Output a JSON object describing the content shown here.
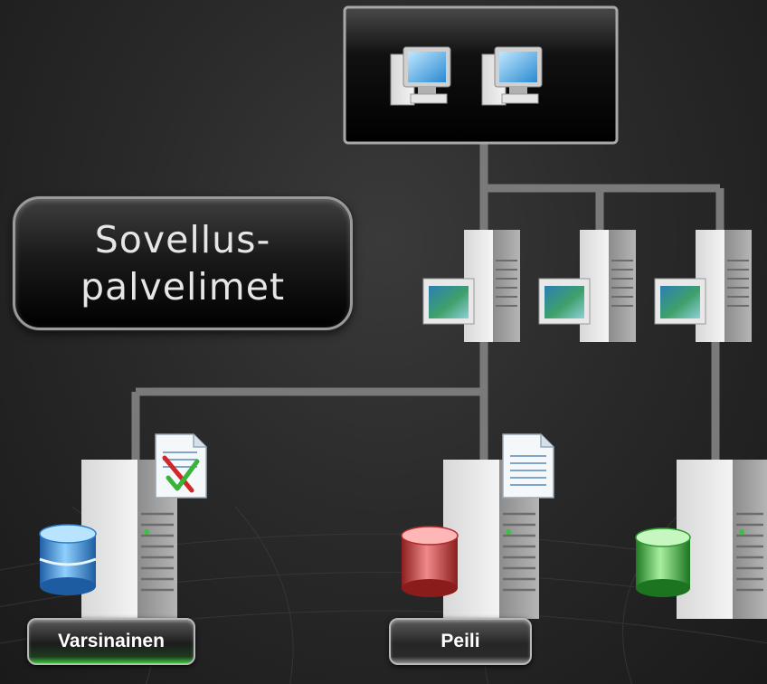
{
  "diagram": {
    "app_servers_label": [
      "Sovellus-",
      "palvelimet"
    ],
    "db_primary_label": "Varsinainen",
    "db_mirror_label": "Peili"
  },
  "colors": {
    "background": "#2a2a2a",
    "connector": "#7a7a7a",
    "db_primary": "#2f8fd6",
    "db_mirror": "#c43a3a",
    "db_witness": "#3fbf3f",
    "primary_tag_accent": "#3fbf3f"
  },
  "icons": [
    "client-computer-icon",
    "application-server-icon",
    "database-server-icon",
    "database-cylinder-icon",
    "document-icon",
    "log-document-icon"
  ]
}
